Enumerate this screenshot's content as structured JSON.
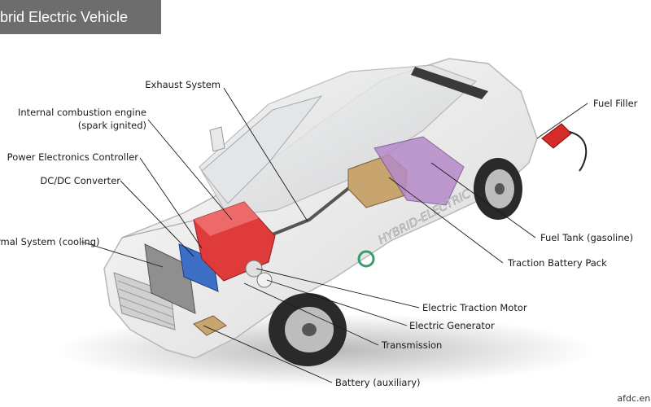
{
  "title": "ybrid Electric Vehicle",
  "credit": "afdc.ene",
  "vehicle_side_text": "HYBRID-ELECTRIC",
  "colors": {
    "title_bar": "#6d6d6d",
    "engine": "#e03b3b",
    "fuel_tank": "#b58ac9",
    "battery_pack": "#c8a46e",
    "power_electronics": "#3d6fc7",
    "fuel_nozzle": "#d52b2b",
    "leader_line": "#1a1a1a"
  },
  "labels": {
    "exhaust_system": "Exhaust System",
    "ice_line1": "Internal combustion engine",
    "ice_line2": "(spark ignited)",
    "power_electronics_controller": "Power Electronics Controller",
    "dcdc_converter": "DC/DC Converter",
    "thermal_system": "rmal System (cooling)",
    "fuel_filler": "Fuel Filler",
    "fuel_tank": "Fuel Tank (gasoline)",
    "traction_battery_pack": "Traction Battery Pack",
    "electric_traction_motor": "Electric Traction Motor",
    "electric_generator": "Electric Generator",
    "transmission": "Transmission",
    "battery_auxiliary": "Battery (auxiliary)"
  }
}
